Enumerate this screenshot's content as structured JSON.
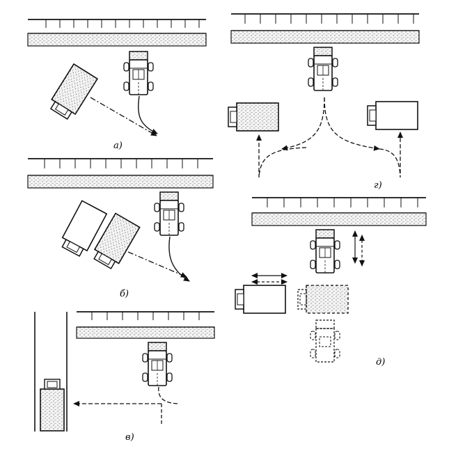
{
  "panels": [
    {
      "id": "a",
      "label": "а)"
    },
    {
      "id": "b",
      "label": "б)"
    },
    {
      "id": "v",
      "label": "в)"
    },
    {
      "id": "g",
      "label": "г)"
    },
    {
      "id": "d",
      "label": "д)"
    }
  ],
  "colors": {
    "ink": "#111111",
    "paper": "#ffffff",
    "gravel": "#555555"
  }
}
